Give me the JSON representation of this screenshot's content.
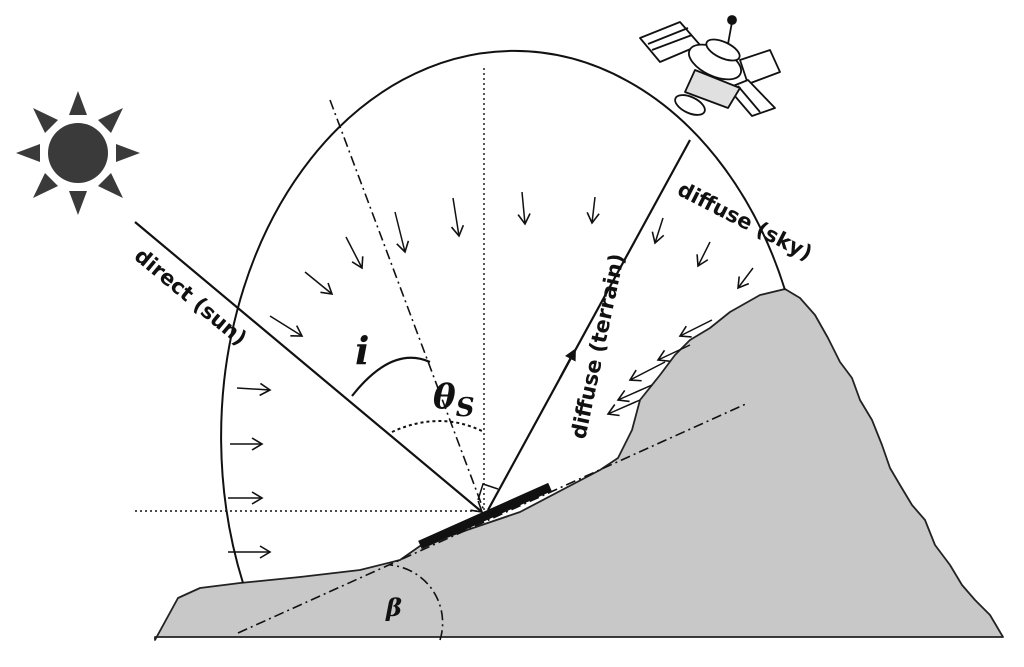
{
  "labels": {
    "direct": "direct (sun)",
    "diffuse_sky": "diffuse (sky)",
    "diffuse_terrain": "diffuse (terrain)",
    "incidence": "i",
    "zenith_theta": "θ",
    "zenith_sub": "S",
    "slope": "β"
  },
  "colors": {
    "terrain": "#c8c8c8",
    "line": "#111111",
    "sun": "#3a3a3a"
  },
  "icons": {
    "sun": "sun-icon",
    "satellite": "satellite-icon"
  }
}
